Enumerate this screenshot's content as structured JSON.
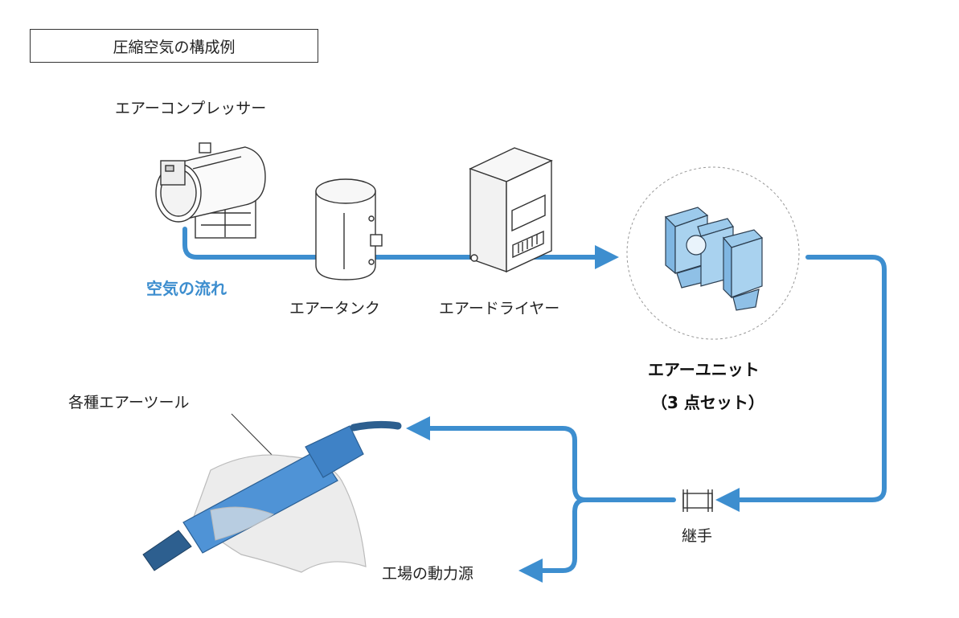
{
  "title": "圧縮空気の構成例",
  "labels": {
    "compressor": "エアーコンプレッサー",
    "airflow": "空気の流れ",
    "tank": "エアータンク",
    "dryer": "エアードライヤー",
    "unit_line1": "エアーユニット",
    "unit_line2": "（3 点セット）",
    "joint": "継手",
    "tools": "各種エアーツール",
    "factory": "工場の動力源"
  },
  "colors": {
    "pipe": "#3d8ecf",
    "component_blue": "#7fb6e2",
    "outline": "#333333"
  }
}
